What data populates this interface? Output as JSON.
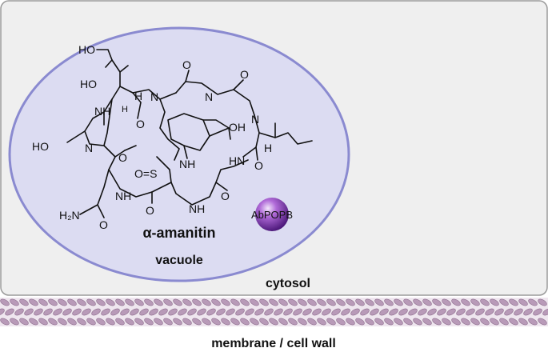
{
  "labels": {
    "compound": "α-amanitin",
    "vacuole": "vacuole",
    "cytosol": "cytosol",
    "membrane": "membrane / cell wall",
    "probe": "AbPOPB"
  },
  "atoms": {
    "ho": "HO",
    "oh": "OH",
    "o": "O",
    "n": "N",
    "h": "H",
    "hn": "HN",
    "nh": "NH",
    "h_small": "H",
    "s": "S",
    "so": "O=S",
    "h2n": "H₂N"
  },
  "colors": {
    "cell_fill": "#efefef",
    "cell_border": "#9a9a9a",
    "vacuole_fill": "#dcdcf2",
    "vacuole_border": "#8a8ad0",
    "probe": "#7a2fa8",
    "membrane": "#b89ab8"
  }
}
